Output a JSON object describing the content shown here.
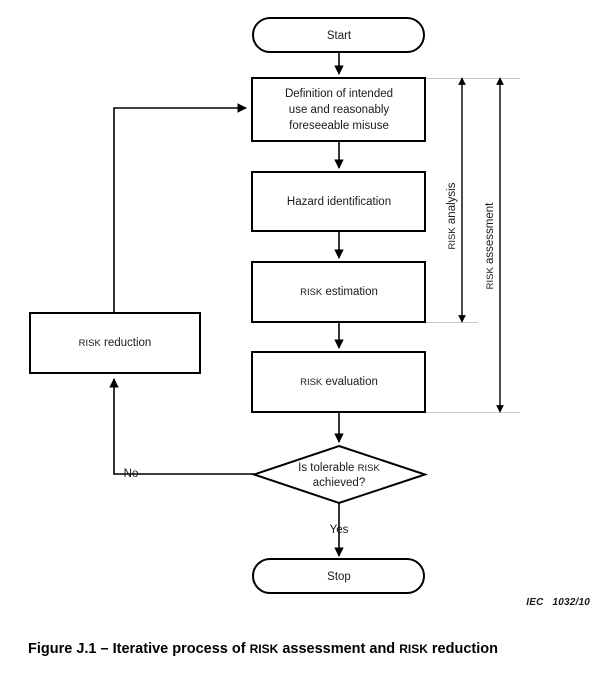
{
  "figure": {
    "caption_prefix": "Figure J.1 – Iterative process of ",
    "caption_sc1": "RISK",
    "caption_mid": " assessment and ",
    "caption_sc2": "RISK",
    "caption_suffix": " reduction",
    "caption_full": "Figure J.1 – Iterative process of RISK assessment and RISK reduction",
    "reference": "IEC   1032/10"
  },
  "flowchart": {
    "type": "flowchart",
    "nodes": [
      {
        "id": "start",
        "shape": "rounded-terminator",
        "label": "Start"
      },
      {
        "id": "definition",
        "shape": "rectangle",
        "label_line1": "Definition of intended",
        "label_line2": "use and reasonably",
        "label_line3": "foreseeable misuse"
      },
      {
        "id": "hazard",
        "shape": "rectangle",
        "label": "Hazard identification"
      },
      {
        "id": "estimation",
        "shape": "rectangle",
        "label_sc": "RISK",
        "label_rest": " estimation"
      },
      {
        "id": "evaluation",
        "shape": "rectangle",
        "label_sc": "RISK",
        "label_rest": " evaluation"
      },
      {
        "id": "decision",
        "shape": "diamond",
        "label_line1_pre": "Is tolerable ",
        "label_line1_sc": "RISK",
        "label_line2": "achieved?"
      },
      {
        "id": "stop",
        "shape": "rounded-terminator",
        "label": "Stop"
      },
      {
        "id": "reduction",
        "shape": "rectangle",
        "label_sc": "RISK",
        "label_rest": " reduction"
      }
    ],
    "edges": [
      {
        "from": "start",
        "to": "definition",
        "label": ""
      },
      {
        "from": "definition",
        "to": "hazard",
        "label": ""
      },
      {
        "from": "hazard",
        "to": "estimation",
        "label": ""
      },
      {
        "from": "estimation",
        "to": "evaluation",
        "label": ""
      },
      {
        "from": "evaluation",
        "to": "decision",
        "label": ""
      },
      {
        "from": "decision",
        "to": "reduction",
        "label": "No"
      },
      {
        "from": "decision",
        "to": "stop",
        "label": "Yes"
      },
      {
        "from": "reduction",
        "to": "definition",
        "label": ""
      }
    ],
    "edge_labels": {
      "no": "No",
      "yes": "Yes"
    },
    "spans": [
      {
        "id": "risk-analysis",
        "label_sc": "RISK",
        "label_rest": " analysis",
        "covers": [
          "definition",
          "hazard",
          "estimation"
        ]
      },
      {
        "id": "risk-assessment",
        "label_sc": "RISK",
        "label_rest": " assessment",
        "covers": [
          "definition",
          "hazard",
          "estimation",
          "evaluation"
        ]
      }
    ]
  },
  "colors": {
    "stroke": "#000000",
    "text": "#1a1a1a",
    "guide": "#c9c9c9",
    "background": "#ffffff"
  }
}
